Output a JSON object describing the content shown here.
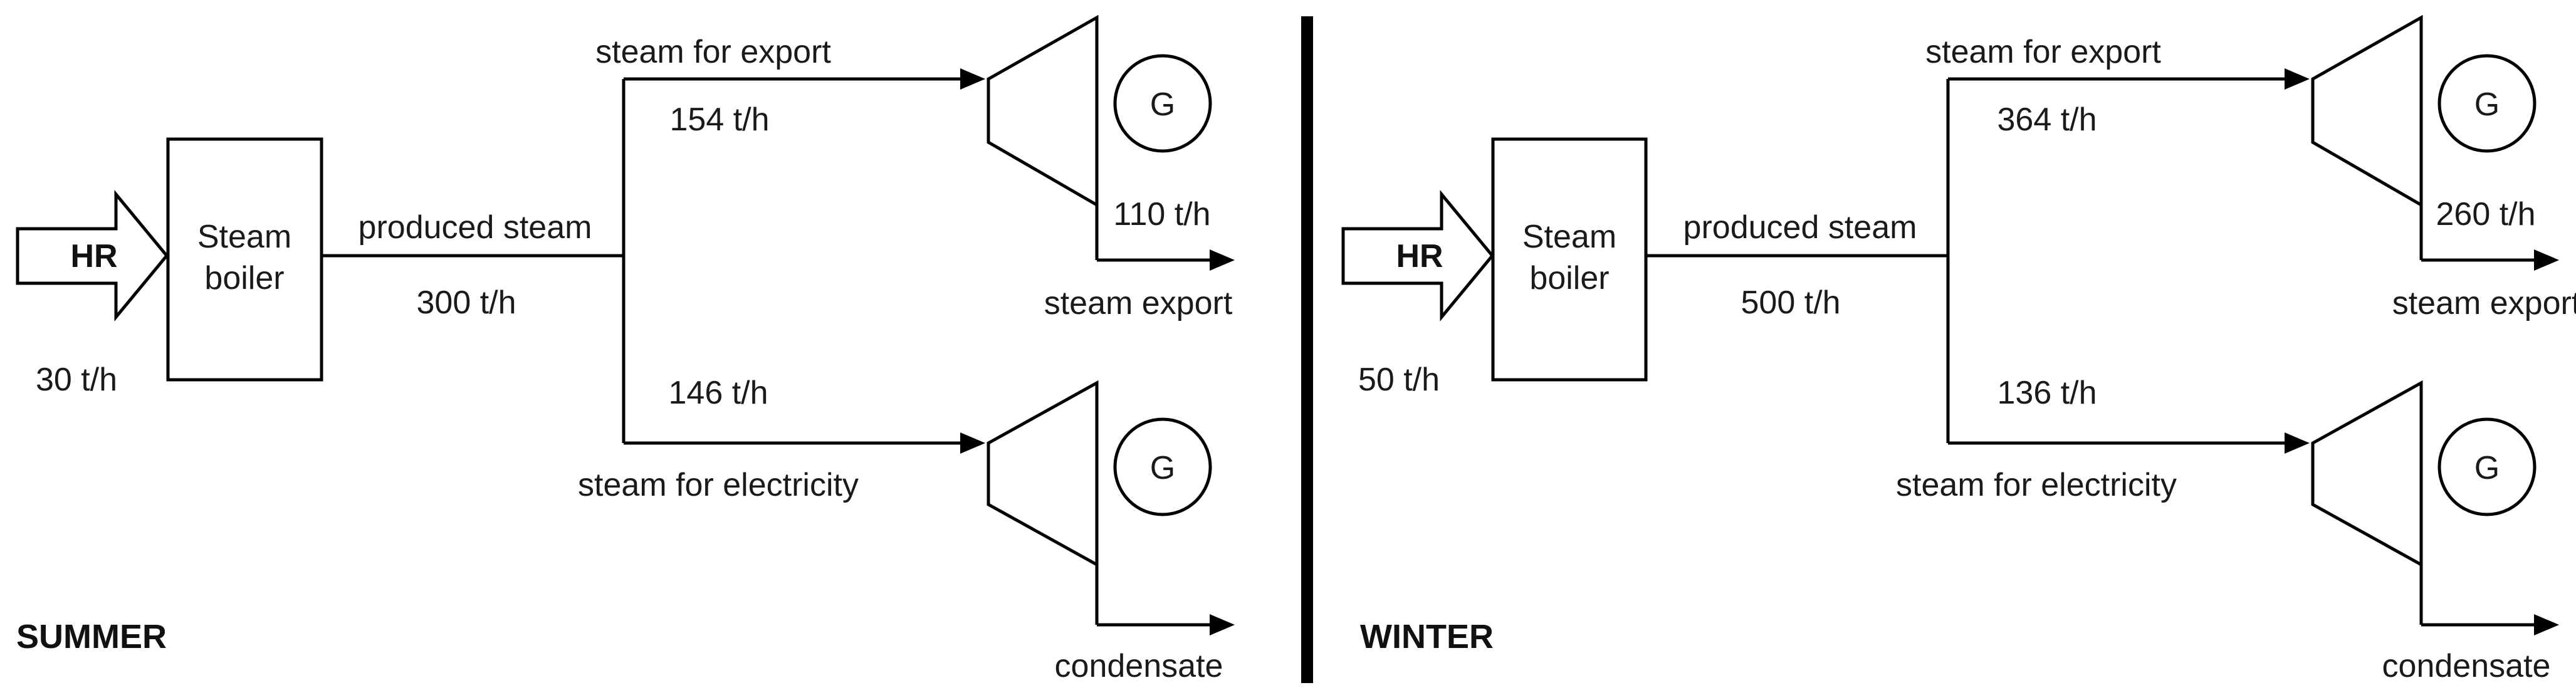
{
  "panels": {
    "summer": {
      "season": "SUMMER",
      "hr_label": "HR",
      "hr_flow": "30 t/h",
      "boiler_line1": "Steam",
      "boiler_line2": "boiler",
      "produced_label": "produced steam",
      "produced_flow": "300 t/h",
      "export_branch_label": "steam for export",
      "export_branch_flow": "154 t/h",
      "export_out_flow": "110 t/h",
      "export_out_label": "steam export",
      "elec_branch_flow": "146 t/h",
      "elec_branch_label": "steam for electricity",
      "condensate_label": "condensate",
      "generator_top": "G",
      "generator_bottom": "G"
    },
    "winter": {
      "season": "WINTER",
      "hr_label": "HR",
      "hr_flow": "50 t/h",
      "boiler_line1": "Steam",
      "boiler_line2": "boiler",
      "produced_label": "produced steam",
      "produced_flow": "500 t/h",
      "export_branch_label": "steam for export",
      "export_branch_flow": "364 t/h",
      "export_out_flow": "260 t/h",
      "export_out_label": "steam export",
      "elec_branch_flow": "136 t/h",
      "elec_branch_label": "steam for electricity",
      "condensate_label": "condensate",
      "generator_top": "G",
      "generator_bottom": "G"
    }
  }
}
